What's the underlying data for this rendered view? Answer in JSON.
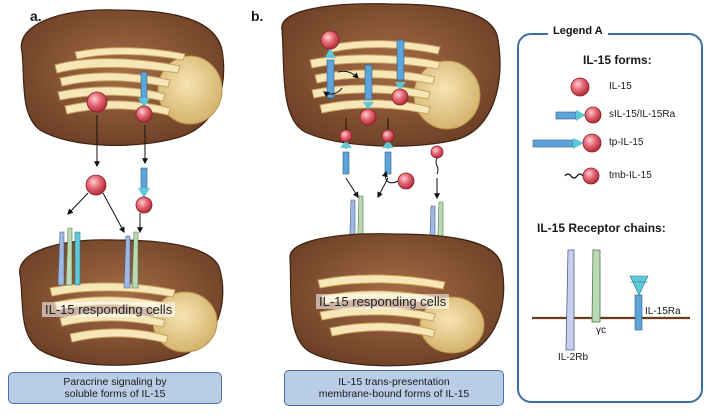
{
  "panels": {
    "a": {
      "label": "a.",
      "responding_text": "IL-15 responding cells",
      "caption": [
        "Paracrine signaling by",
        "soluble forms of IL-15"
      ]
    },
    "b": {
      "label": "b.",
      "responding_text": "IL-15 responding cells",
      "caption": [
        "IL-15 trans-presentation",
        "membrane-bound forms of IL-15"
      ]
    }
  },
  "legend": {
    "title": "Legend A",
    "forms_heading": "IL-15 forms:",
    "forms": [
      {
        "label": "IL-15",
        "icon": "il15-sphere-icon"
      },
      {
        "label": "sIL-15/IL-15Ra",
        "icon": "sil15-complex-icon"
      },
      {
        "label": "tp-IL-15",
        "icon": "tp-il15-icon"
      },
      {
        "label": "tmb-IL-15",
        "icon": "tmb-il15-icon"
      }
    ],
    "receptor_heading": "IL-15 Receptor chains:",
    "receptors": {
      "il2rb": "IL-2Rb",
      "gamma_c": "γc",
      "il15ra": "IL-15Ra"
    }
  },
  "colors": {
    "cell_body": "#8e5a3a",
    "nucleus": "#e9cf8f",
    "sphere": "#e05563",
    "receptor_blue": "#9fb8e2",
    "receptor_green": "#bdd8b4",
    "receptor_cyan": "#5ec8d8",
    "legend_border": "#3d6fa5",
    "caption_fill": "#b9cde6"
  }
}
